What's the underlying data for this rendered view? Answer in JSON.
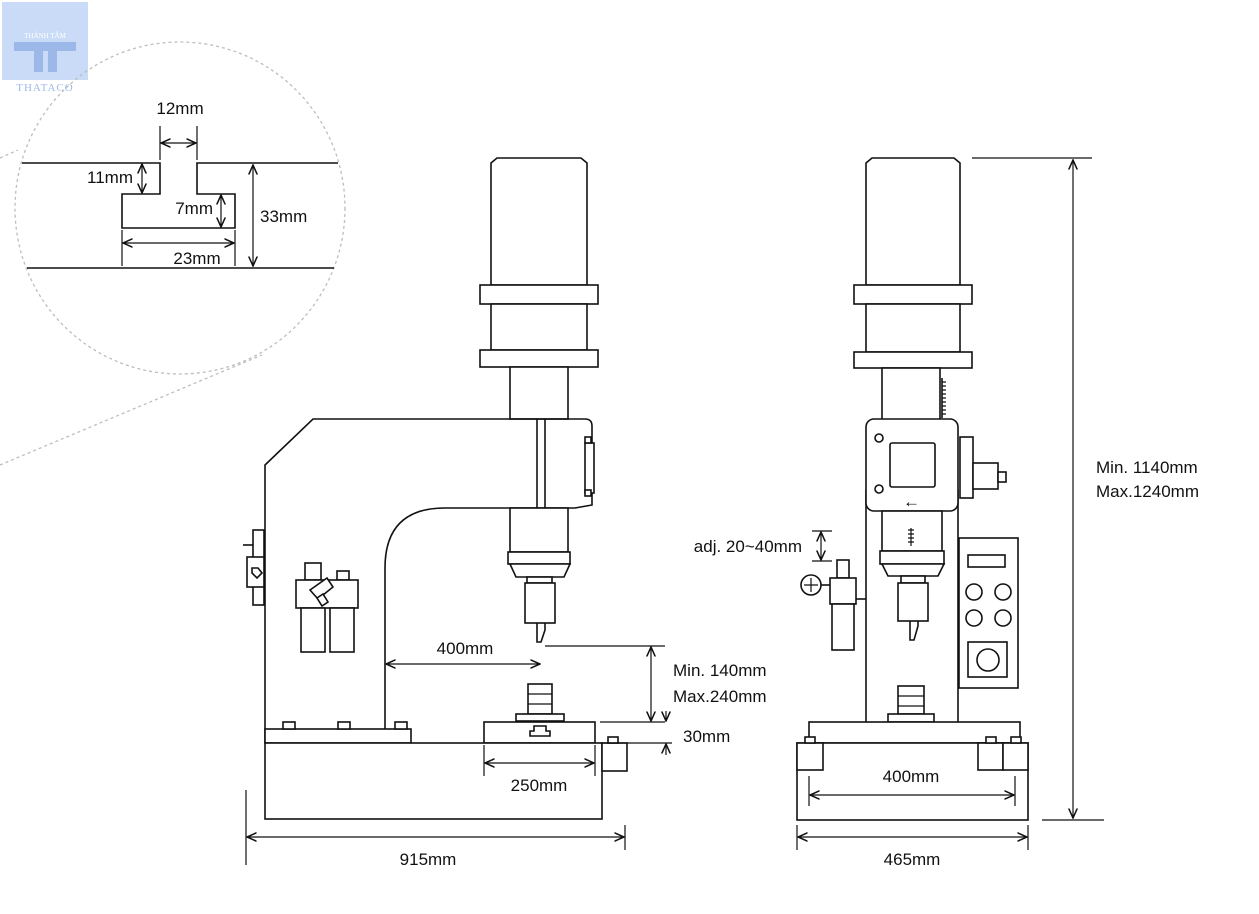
{
  "logo": {
    "top_text": "THÀNH TÂM",
    "name": "THATACO",
    "colors": {
      "box": "#c9dbf7",
      "mark": "#9cb8e8"
    }
  },
  "slot_detail": {
    "top_gap": "12mm",
    "step_depth": "11mm",
    "slot_inner": "7mm",
    "slot_width": "23mm",
    "total_height": "33mm"
  },
  "front_view": {
    "throat_depth": "400mm",
    "stroke_min": "Min. 140mm",
    "stroke_max": "Max.240mm",
    "table_height": "30mm",
    "table_width": "250mm",
    "overall_width": "915mm"
  },
  "side_view": {
    "adjustment": "adj. 20~40mm",
    "base_inner": "400mm",
    "overall_depth": "465mm",
    "height_min": "Min. 1140mm",
    "height_max": "Max.1240mm"
  },
  "colors": {
    "line": "#111111",
    "detail_circle": "#bdbdbd"
  }
}
